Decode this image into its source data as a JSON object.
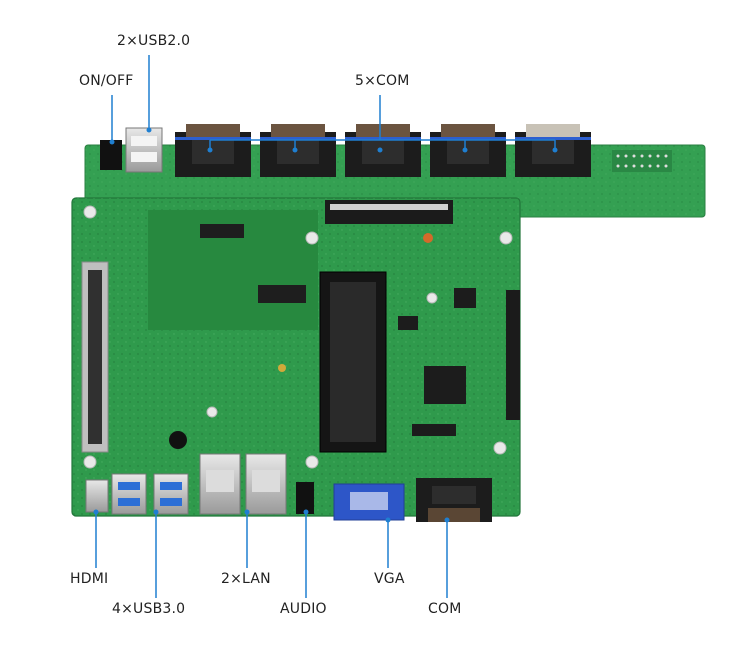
{
  "labels": {
    "usb20": "2×USB2.0",
    "onoff": "ON/OFF",
    "com5": "5×COM",
    "hdmi": "HDMI",
    "usb30": "4×USB3.0",
    "lan": "2×LAN",
    "audio": "AUDIO",
    "vga": "VGA",
    "com": "COM"
  },
  "colors": {
    "leader_line": "#1f7fd1",
    "pcb_green": "#2f9a4c",
    "pcb_dark": "#1f7a3a",
    "connector_black": "#1a1a1a",
    "vga_blue": "#2d56c8",
    "com_port_brown": "#5a4634"
  },
  "icons": {
    "board": "mainboard-pcb",
    "com_board": "com-expansion-board"
  }
}
